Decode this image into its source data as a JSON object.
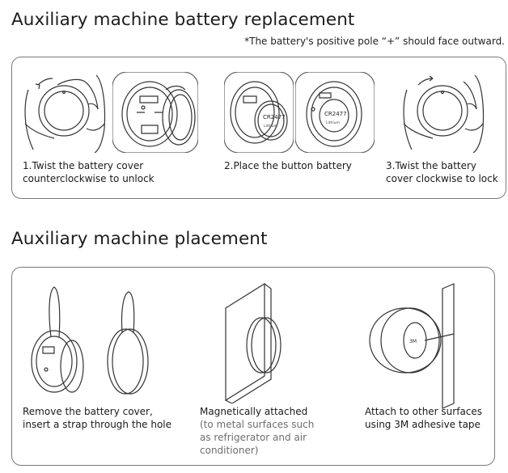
{
  "battery_section": {
    "title": "Auxiliary machine battery replacement",
    "note": "*The battery's positive pole “+” should face outward.",
    "steps": [
      {
        "line1": "1.Twist the battery cover",
        "line2": "counterclockwise to unlock"
      },
      {
        "line1": "2.Place the button battery"
      },
      {
        "line1": "3.Twist the battery",
        "line2": "cover clockwise to lock"
      }
    ],
    "battery_print": {
      "model": "CR2477",
      "brand": "Lithium"
    }
  },
  "placement_section": {
    "title": "Auxiliary machine placement",
    "items": [
      {
        "line1": "Remove the battery cover,",
        "line2": "insert a strap through the hole"
      },
      {
        "line1": "Magnetically attached",
        "sub1": "(to metal surfaces such",
        "sub2": "as refrigerator and air",
        "sub3": "conditioner)"
      },
      {
        "line1": "Attach to other surfaces",
        "line2": "using 3M adhesive tape"
      }
    ],
    "tape_print": "3M"
  },
  "colors": {
    "line": "#333333",
    "border": "#7a7a7a",
    "sub_text": "#6e6e6e"
  }
}
